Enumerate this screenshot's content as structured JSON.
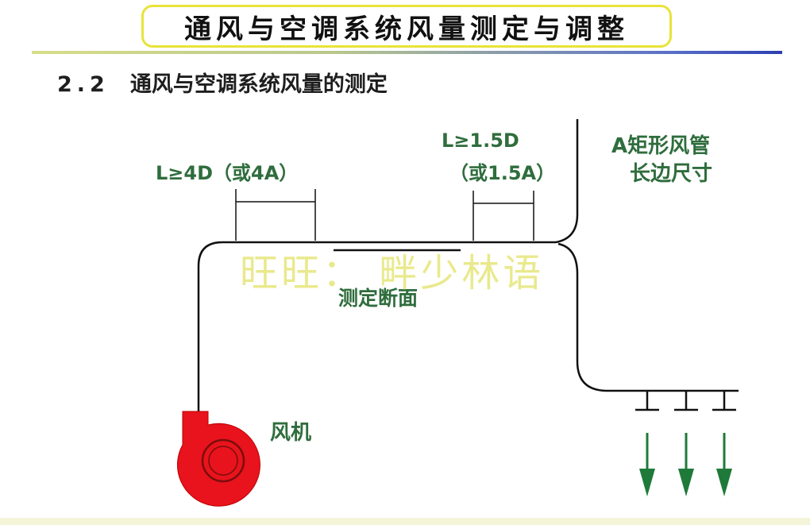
{
  "title": "通风与空调系统风量测定与调整",
  "section": {
    "number": "2.2",
    "heading": "通风与空调系统风量的测定"
  },
  "labels": {
    "upstream_condition": "L≥4D（或4A）",
    "downstream_condition_line1": "L≥1.5D",
    "downstream_condition_line2": "（或1.5A）",
    "rect_duct_line1": "A矩形风管",
    "rect_duct_line2": "长边尺寸",
    "measure_section": "测定断面",
    "fan": "风机"
  },
  "watermark": "旺旺： 畔少林语",
  "colors": {
    "title_border": "#e8e33a",
    "label_green": "#2f6d3d",
    "fan_red": "#e8131c",
    "arrow_green": "#1f7a3a",
    "watermark": "#e8e884"
  },
  "icons": {
    "fan": "centrifugal-fan-icon",
    "airflow": "down-arrow-icon",
    "diffuser": "t-outlet-icon"
  }
}
